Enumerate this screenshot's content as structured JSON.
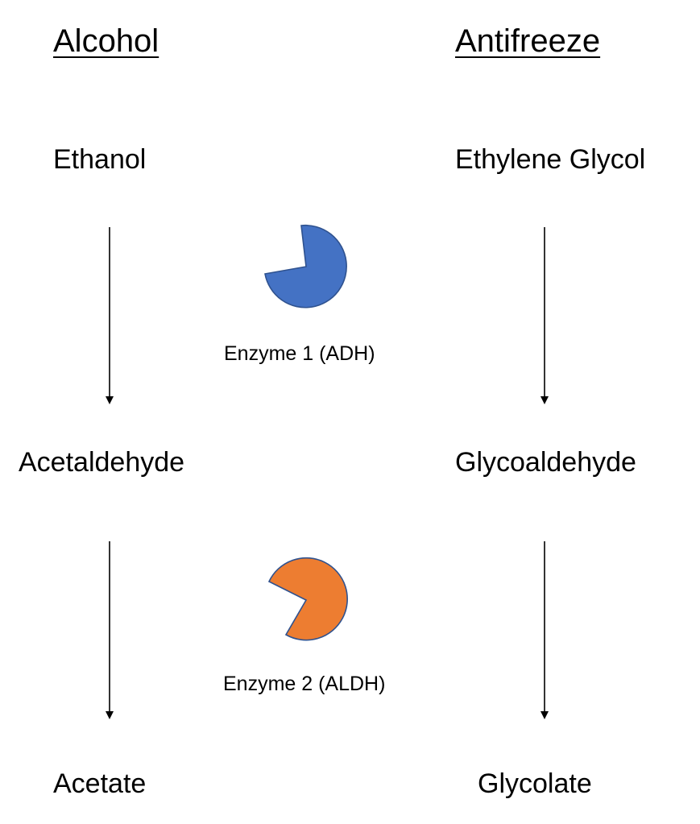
{
  "headings": {
    "left": "Alcohol",
    "right": "Antifreeze"
  },
  "pathway_left": {
    "step1": "Ethanol",
    "step2": "Acetaldehyde",
    "step3": "Acetate"
  },
  "pathway_right": {
    "step1": "Ethylene Glycol",
    "step2": "Glycoaldehyde",
    "step3": "Glycolate"
  },
  "enzymes": {
    "enzyme1": {
      "label": "Enzyme 1 (ADH)",
      "color": "#4472C4",
      "icon": "pac-man-shape-icon"
    },
    "enzyme2": {
      "label": "Enzyme 2 (ALDH)",
      "color": "#ED7D31",
      "icon": "pac-man-shape-icon"
    }
  },
  "outline_color": "#2F528F"
}
